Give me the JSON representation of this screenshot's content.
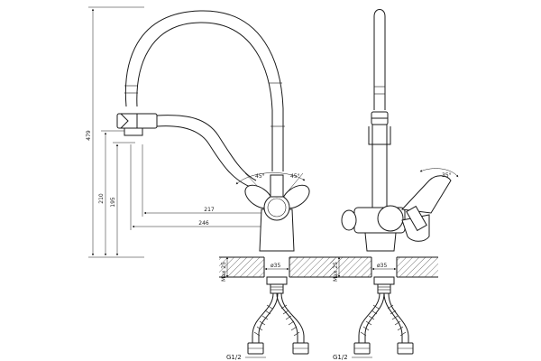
{
  "front_view": {
    "dim_height_total": "479",
    "dim_height_spout": "210",
    "dim_height_base": "195",
    "dim_reach_1": "217",
    "dim_reach_2": "246",
    "angle_left": "45°",
    "angle_right": "45°",
    "max_counter": "Max 25",
    "hole_diameter": "ø35",
    "thread": "G1/2"
  },
  "side_view": {
    "angle": "35°",
    "max_counter": "Max 25",
    "hole_diameter": "ø35",
    "thread": "G1/2"
  }
}
